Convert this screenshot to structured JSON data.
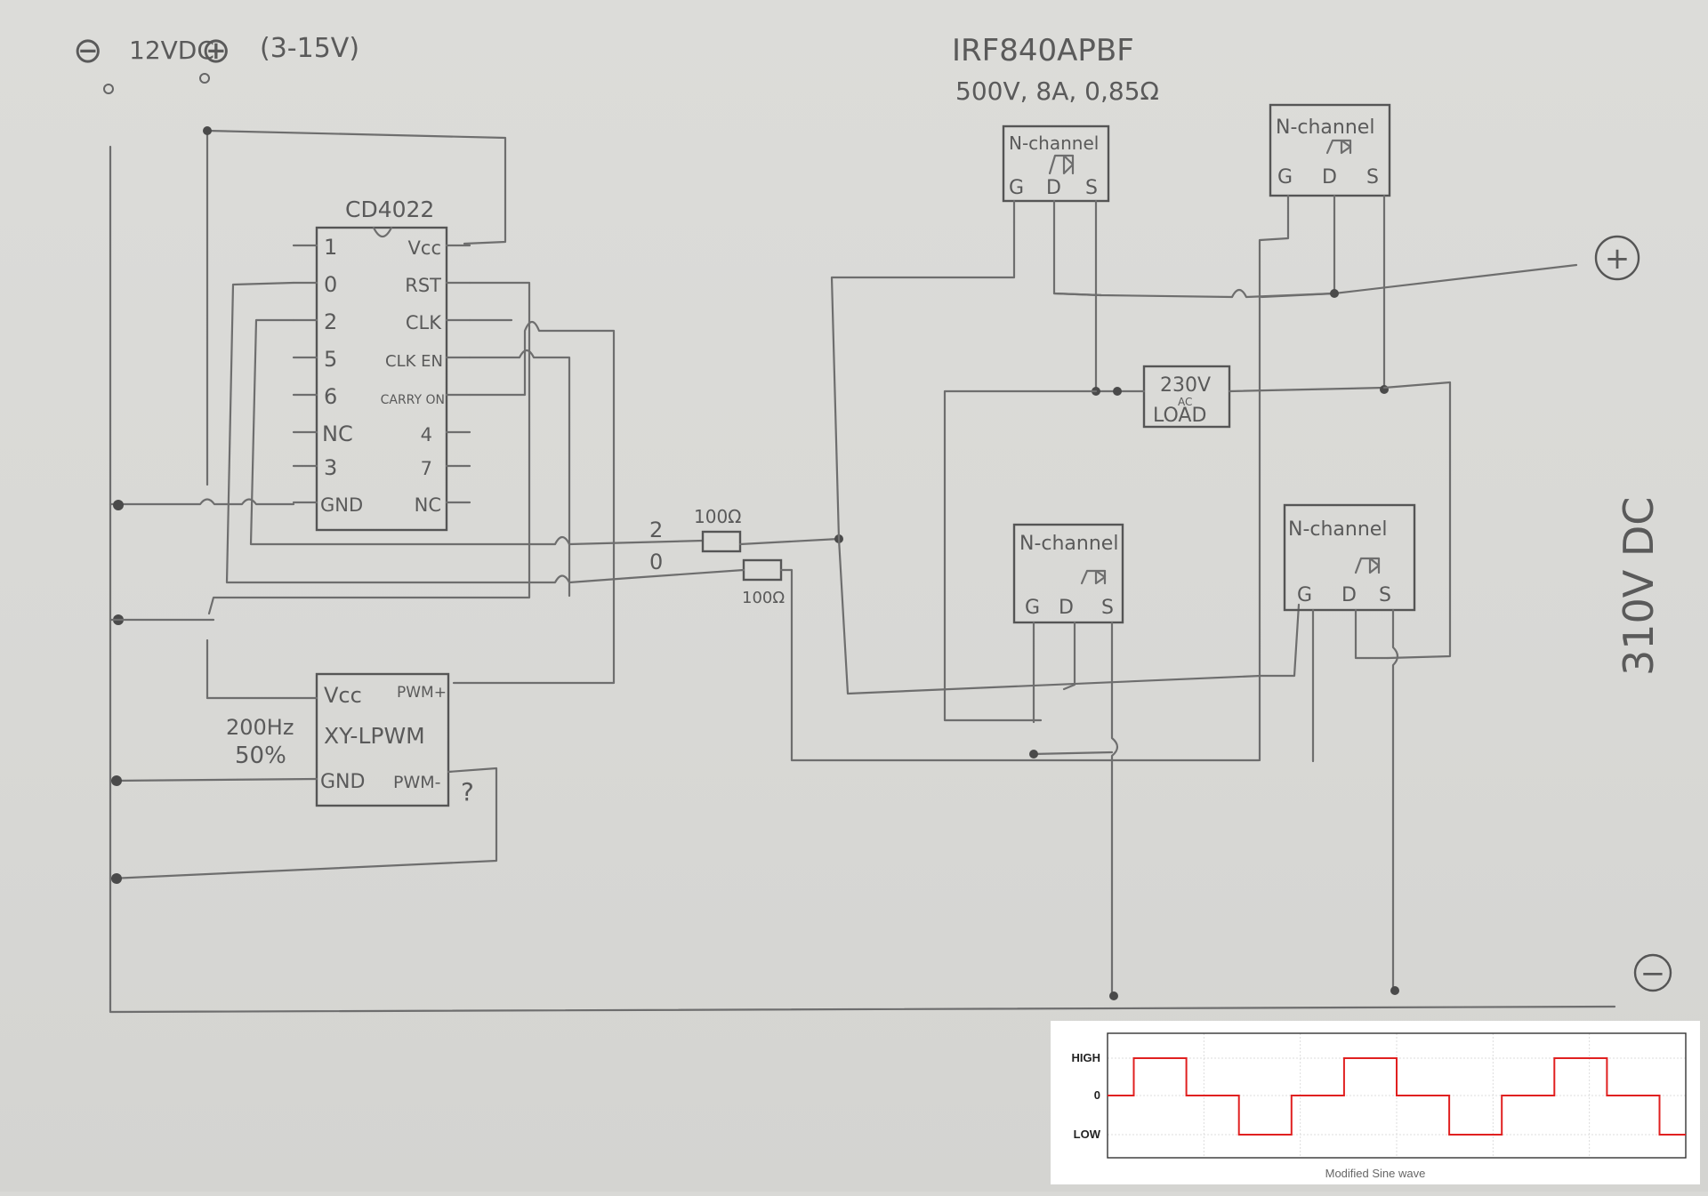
{
  "supply": {
    "minus_symbol": "⊖",
    "label": "12VDC",
    "plus_symbol": "⊕",
    "range": "(3-15V)"
  },
  "ic": {
    "name": "CD4022",
    "left_pins": [
      "1",
      "0",
      "2",
      "5",
      "6",
      "NC",
      "3",
      "GND"
    ],
    "right_pins": [
      "Vcc",
      "RST",
      "CLK",
      "CLK EN",
      "CARRY ON",
      "4",
      "7",
      "NC"
    ]
  },
  "pwm": {
    "name": "XY-LPWM",
    "pins": {
      "vcc": "Vcc",
      "pwm_plus": "PWM+",
      "gnd": "GND",
      "pwm_minus": "PWM-"
    },
    "unknown_mark": "?",
    "frequency": "200Hz",
    "duty": "50%"
  },
  "resistors": {
    "out2_label": "2",
    "out0_label": "0",
    "r1": "100Ω",
    "r2": "100Ω"
  },
  "mosfet": {
    "part": "IRF840APBF",
    "spec": "500V, 8A, 0,85Ω",
    "type": "N-channel",
    "pins": [
      "G",
      "D",
      "S"
    ]
  },
  "load": {
    "line1": "230V",
    "line2": "AC",
    "line3": "LOAD"
  },
  "dc_bus": {
    "plus": "+",
    "minus": "−",
    "voltage": "310V DC"
  },
  "waveform": {
    "caption": "Modified Sine wave",
    "y_labels": [
      "HIGH",
      "0",
      "LOW"
    ],
    "color": "#e02020"
  },
  "chart_data": {
    "type": "line",
    "title": "",
    "caption": "Modified Sine wave",
    "y_categories": [
      "LOW",
      "0",
      "HIGH"
    ],
    "x": [
      0,
      1,
      1,
      2,
      2,
      3,
      3,
      4,
      4,
      5,
      5,
      6,
      6,
      7,
      7,
      8,
      8,
      9,
      9,
      10,
      10,
      11,
      11,
      12,
      12,
      13,
      13,
      14,
      14,
      15,
      15,
      16,
      16,
      17,
      17,
      18,
      18,
      19,
      19,
      20,
      20,
      21,
      21,
      22
    ],
    "series": [
      {
        "values": [
          0,
          0,
          1,
          1,
          1,
          1,
          0,
          0,
          0,
          0,
          -1,
          -1,
          -1,
          -1,
          0,
          0,
          0,
          0,
          1,
          1,
          1,
          1,
          0,
          0,
          0,
          0,
          -1,
          -1,
          -1,
          -1,
          0,
          0,
          0,
          0,
          1,
          1,
          1,
          1,
          0,
          0,
          0,
          0,
          -1,
          -1
        ]
      }
    ],
    "grid": true,
    "line_color": "#e02020"
  }
}
